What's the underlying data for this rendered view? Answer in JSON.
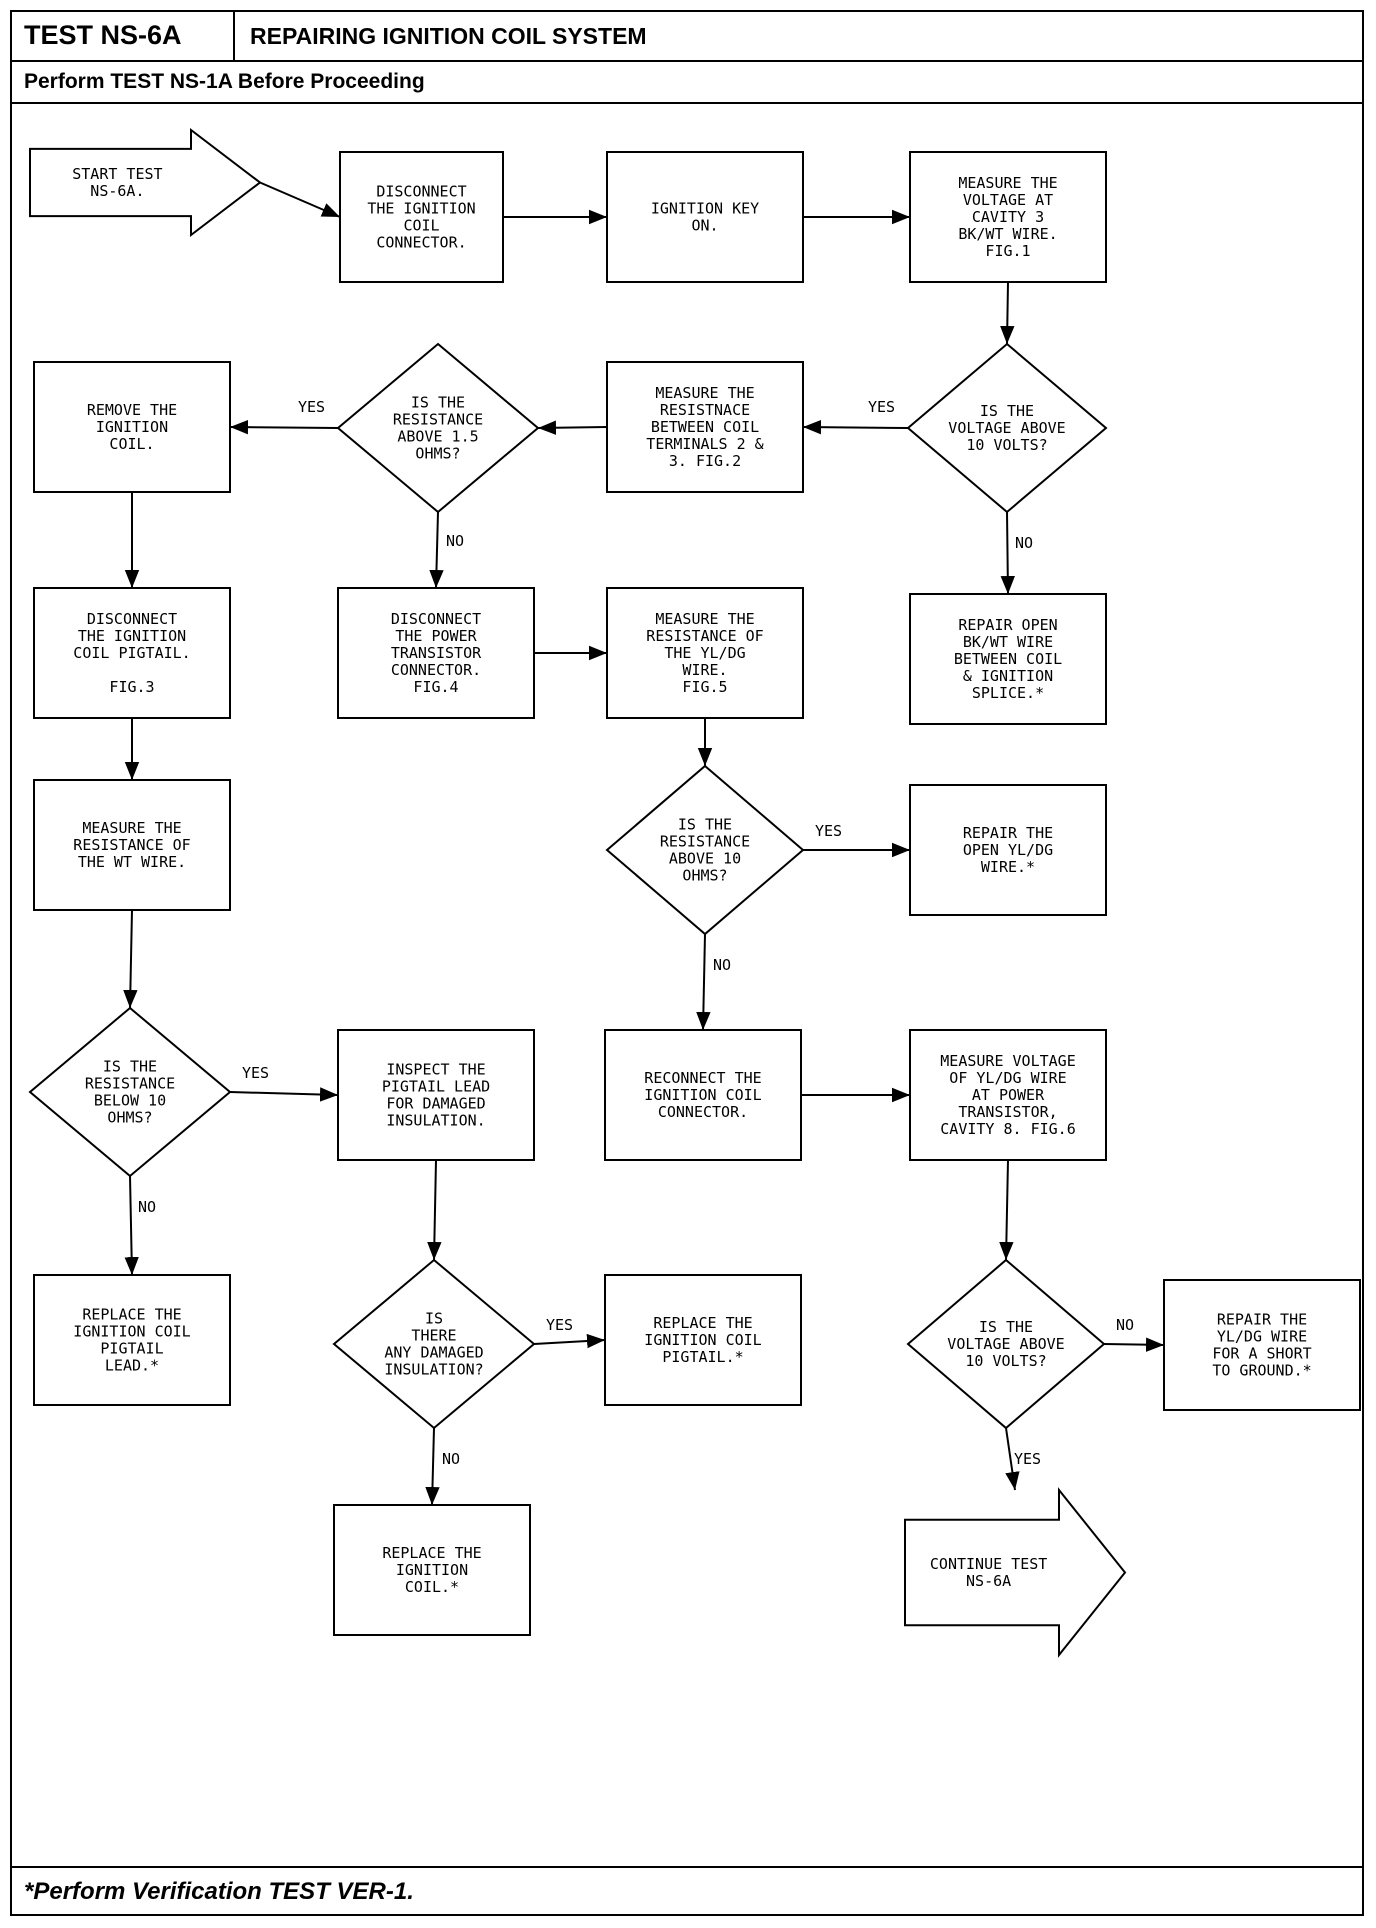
{
  "header": {
    "test_id": "TEST NS-6A",
    "title": "REPAIRING IGNITION COIL SYSTEM",
    "prerequisite": "Perform TEST NS-1A Before Proceeding"
  },
  "footer": {
    "note": "*Perform Verification TEST VER-1."
  },
  "nodes": {
    "start": {
      "kind": "arrow",
      "lines": [
        "START TEST",
        "NS-6A."
      ]
    },
    "disconnect_coil_connector": {
      "kind": "box",
      "lines": [
        "DISCONNECT",
        "THE IGNITION",
        "COIL",
        "CONNECTOR."
      ]
    },
    "ignition_key_on": {
      "kind": "box",
      "lines": [
        "IGNITION KEY",
        "ON."
      ]
    },
    "measure_voltage_cavity3": {
      "kind": "box",
      "lines": [
        "MEASURE THE",
        "VOLTAGE AT",
        "CAVITY 3",
        "BK/WT WIRE.",
        "FIG.1"
      ]
    },
    "q_voltage_above_10": {
      "kind": "decision",
      "lines": [
        "IS THE",
        "VOLTAGE ABOVE",
        "10 VOLTS?"
      ]
    },
    "measure_resistance_terminals": {
      "kind": "box",
      "lines": [
        "MEASURE THE",
        "RESISTNACE",
        "BETWEEN COIL",
        "TERMINALS 2 &",
        "3. FIG.2"
      ]
    },
    "q_resistance_above_1_5": {
      "kind": "decision",
      "lines": [
        "IS THE",
        "RESISTANCE",
        "ABOVE 1.5",
        "OHMS?"
      ]
    },
    "remove_coil": {
      "kind": "box",
      "lines": [
        "REMOVE THE",
        "IGNITION",
        "COIL."
      ]
    },
    "repair_open_bkwt": {
      "kind": "box",
      "lines": [
        "REPAIR OPEN",
        "BK/WT WIRE",
        "BETWEEN COIL",
        "& IGNITION",
        "SPLICE.*"
      ]
    },
    "disconnect_pigtail": {
      "kind": "box",
      "lines": [
        "DISCONNECT",
        "THE IGNITION",
        "COIL PIGTAIL.",
        "",
        "FIG.3"
      ]
    },
    "disconnect_power_transistor": {
      "kind": "box",
      "lines": [
        "DISCONNECT",
        "THE POWER",
        "TRANSISTOR",
        "CONNECTOR.",
        "FIG.4"
      ]
    },
    "measure_resistance_yldg": {
      "kind": "box",
      "lines": [
        "MEASURE THE",
        "RESISTANCE OF",
        "THE YL/DG",
        "WIRE.",
        "FIG.5"
      ]
    },
    "measure_resistance_wt": {
      "kind": "box",
      "lines": [
        "MEASURE THE",
        "RESISTANCE OF",
        "THE WT WIRE."
      ]
    },
    "q_resistance_above_10": {
      "kind": "decision",
      "lines": [
        "IS THE",
        "RESISTANCE",
        "ABOVE 10",
        "OHMS?"
      ]
    },
    "repair_open_yldg": {
      "kind": "box",
      "lines": [
        "REPAIR THE",
        "OPEN YL/DG",
        "WIRE.*"
      ]
    },
    "q_resistance_below_10": {
      "kind": "decision",
      "lines": [
        "IS THE",
        "RESISTANCE",
        "BELOW 10",
        "OHMS?"
      ]
    },
    "inspect_pigtail": {
      "kind": "box",
      "lines": [
        "INSPECT THE",
        "PIGTAIL LEAD",
        "FOR DAMAGED",
        "INSULATION."
      ]
    },
    "reconnect_coil": {
      "kind": "box",
      "lines": [
        "RECONNECT THE",
        "IGNITION COIL",
        "CONNECTOR."
      ]
    },
    "measure_voltage_yldg": {
      "kind": "box",
      "lines": [
        "MEASURE VOLTAGE",
        "OF YL/DG WIRE",
        "AT POWER",
        "TRANSISTOR,",
        "CAVITY 8. FIG.6"
      ]
    },
    "replace_pigtail_lead": {
      "kind": "box",
      "lines": [
        "REPLACE THE",
        "IGNITION COIL",
        "PIGTAIL",
        "LEAD.*"
      ]
    },
    "q_damaged_insulation": {
      "kind": "decision",
      "lines": [
        "IS",
        "THERE",
        "ANY DAMAGED",
        "INSULATION?"
      ]
    },
    "replace_pigtail": {
      "kind": "box",
      "lines": [
        "REPLACE THE",
        "IGNITION COIL",
        "PIGTAIL.*"
      ]
    },
    "q_voltage_above_10_b": {
      "kind": "decision",
      "lines": [
        "IS THE",
        "VOLTAGE ABOVE",
        "10 VOLTS?"
      ]
    },
    "repair_short": {
      "kind": "box",
      "lines": [
        "REPAIR THE",
        "YL/DG WIRE",
        "FOR A SHORT",
        "TO GROUND.*"
      ]
    },
    "replace_coil": {
      "kind": "box",
      "lines": [
        "REPLACE THE",
        "IGNITION",
        "COIL.*"
      ]
    },
    "continue": {
      "kind": "arrow",
      "lines": [
        "CONTINUE TEST",
        "NS-6A"
      ]
    }
  },
  "edges": [
    {
      "from": "start",
      "to": "disconnect_coil_connector",
      "label": ""
    },
    {
      "from": "disconnect_coil_connector",
      "to": "ignition_key_on",
      "label": ""
    },
    {
      "from": "ignition_key_on",
      "to": "measure_voltage_cavity3",
      "label": ""
    },
    {
      "from": "measure_voltage_cavity3",
      "to": "q_voltage_above_10",
      "label": ""
    },
    {
      "from": "q_voltage_above_10",
      "to": "measure_resistance_terminals",
      "label": "YES"
    },
    {
      "from": "q_voltage_above_10",
      "to": "repair_open_bkwt",
      "label": "NO"
    },
    {
      "from": "measure_resistance_terminals",
      "to": "q_resistance_above_1_5",
      "label": ""
    },
    {
      "from": "q_resistance_above_1_5",
      "to": "remove_coil",
      "label": "YES"
    },
    {
      "from": "q_resistance_above_1_5",
      "to": "disconnect_power_transistor",
      "label": "NO"
    },
    {
      "from": "remove_coil",
      "to": "disconnect_pigtail",
      "label": ""
    },
    {
      "from": "disconnect_pigtail",
      "to": "measure_resistance_wt",
      "label": ""
    },
    {
      "from": "disconnect_power_transistor",
      "to": "measure_resistance_yldg",
      "label": ""
    },
    {
      "from": "measure_resistance_yldg",
      "to": "q_resistance_above_10",
      "label": ""
    },
    {
      "from": "q_resistance_above_10",
      "to": "repair_open_yldg",
      "label": "YES"
    },
    {
      "from": "q_resistance_above_10",
      "to": "reconnect_coil",
      "label": "NO"
    },
    {
      "from": "measure_resistance_wt",
      "to": "q_resistance_below_10",
      "label": ""
    },
    {
      "from": "q_resistance_below_10",
      "to": "inspect_pigtail",
      "label": "YES"
    },
    {
      "from": "q_resistance_below_10",
      "to": "replace_pigtail_lead",
      "label": "NO"
    },
    {
      "from": "inspect_pigtail",
      "to": "q_damaged_insulation",
      "label": ""
    },
    {
      "from": "q_damaged_insulation",
      "to": "replace_pigtail",
      "label": "YES"
    },
    {
      "from": "q_damaged_insulation",
      "to": "replace_coil",
      "label": "NO"
    },
    {
      "from": "reconnect_coil",
      "to": "measure_voltage_yldg",
      "label": ""
    },
    {
      "from": "measure_voltage_yldg",
      "to": "q_voltage_above_10_b",
      "label": ""
    },
    {
      "from": "q_voltage_above_10_b",
      "to": "repair_short",
      "label": "NO"
    },
    {
      "from": "q_voltage_above_10_b",
      "to": "continue",
      "label": "YES"
    }
  ]
}
